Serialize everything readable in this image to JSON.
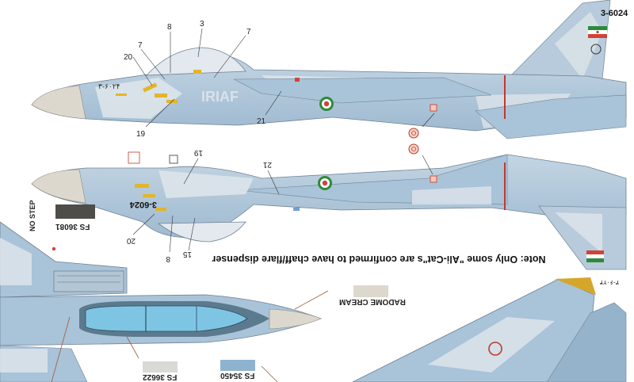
{
  "serial_top": "3-6024",
  "serial_lower": "3-6024",
  "top_fuselage_code": "۳-۶۰۲۴",
  "bottom_tail_code": "۳-۶۰۲۴",
  "iriaf_text": "IRIAF",
  "callouts": [
    "8",
    "3",
    "7",
    "7",
    "20",
    "19",
    "21",
    "19",
    "21",
    "20",
    "8",
    "15"
  ],
  "no_step": "NO STEP",
  "note": "Note: Only some \"Ali-Cat\"s are confirmed to have chaff/flare dispenser",
  "swatches": [
    {
      "code": "FS 36081",
      "color": "#4e4d4a"
    },
    {
      "code": "RADOME CREAM",
      "color": "#ddd8cd"
    },
    {
      "code": "FS 36622",
      "color": "#d9d9d7"
    },
    {
      "code": "FS 35450",
      "color": "#8fb3cf"
    }
  ],
  "colors": {
    "camo_blue": "#a9c3d9",
    "camo_light": "#d5dde3",
    "radome": "#ddd8cd",
    "canopy": "#7ec5e4",
    "fin_flash_red": "#d0433a",
    "fin_flash_green": "#2d8a3c"
  }
}
